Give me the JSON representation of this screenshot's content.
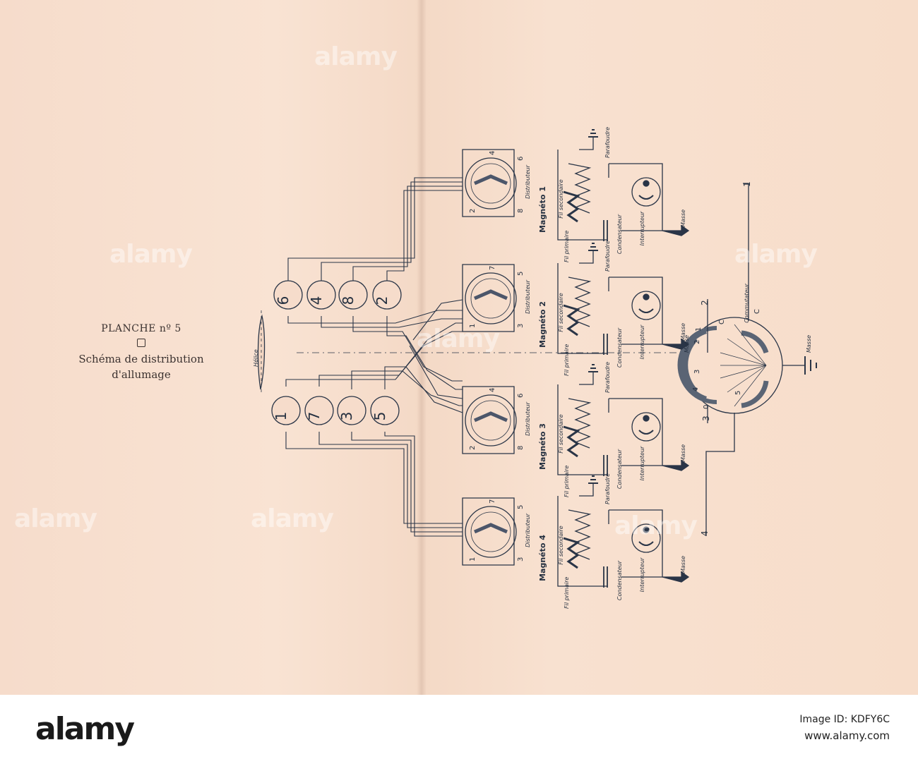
{
  "plate": {
    "number": "PLANCHE nº 5",
    "title_line1": "Schéma de distribution",
    "title_line2": "d'allumage"
  },
  "propeller_label": "Hélice",
  "cylinders": {
    "upper": [
      "6",
      "4",
      "8",
      "2"
    ],
    "lower": [
      "1",
      "7",
      "3",
      "5"
    ]
  },
  "magnetos": [
    {
      "name": "Magnéto 1",
      "distributor_numbers": [
        "4",
        "6",
        "2",
        "8"
      ]
    },
    {
      "name": "Magnéto 2",
      "distributor_numbers": [
        "7",
        "5",
        "1",
        "3"
      ]
    },
    {
      "name": "Magnéto 3",
      "distributor_numbers": [
        "4",
        "6",
        "2",
        "8"
      ]
    },
    {
      "name": "Magnéto 4",
      "distributor_numbers": [
        "7",
        "5",
        "1",
        "3"
      ]
    }
  ],
  "component_labels": {
    "distributor": "Distributeur",
    "secondary": "Fil secondaire",
    "primary": "Fil primaire",
    "lightning": "Parafoudre",
    "condenser": "Condensateur",
    "breaker": "Interrupteur",
    "ground": "Masse"
  },
  "commutator": {
    "label": "Commutateur",
    "contacts": [
      "0",
      "1",
      "2",
      "3",
      "4",
      "5"
    ],
    "c_label": "C",
    "lines": [
      "1",
      "2",
      "3",
      "4"
    ]
  },
  "watermarks": [
    "alamy",
    "alamy",
    "alamy",
    "alamy",
    "alamy",
    "alamy",
    "alamy"
  ],
  "footer": {
    "logo": "alamy",
    "image_id_line": "Image ID: KDFY6C",
    "site": "www.alamy.com"
  }
}
